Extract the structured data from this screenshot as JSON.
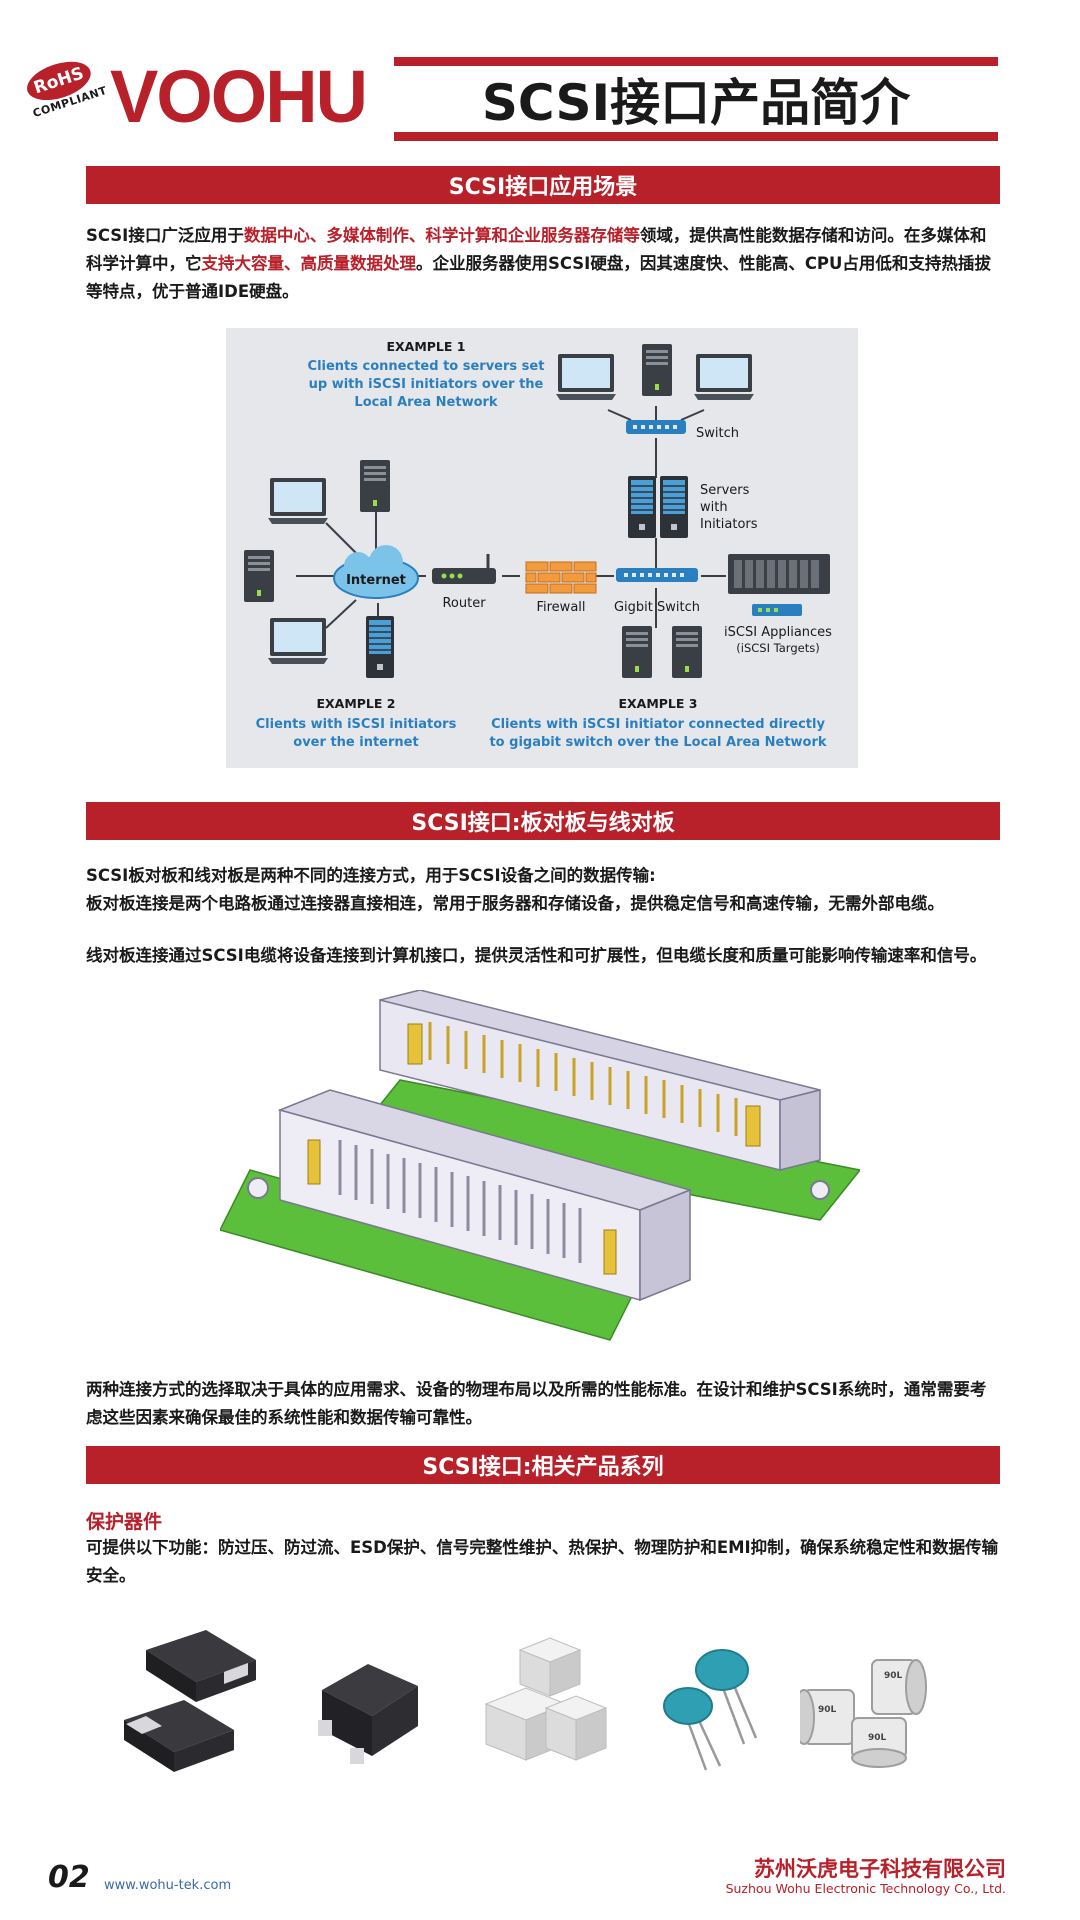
{
  "header": {
    "rohs_top": "RoHS",
    "rohs_bottom": "COMPLIANT",
    "brand": "VOOHU",
    "title": "SCSI接口产品简介"
  },
  "sec1": {
    "title": "SCSI接口应用场景",
    "para": [
      {
        "t": "SCSI接口广泛应用于",
        "h": false
      },
      {
        "t": "数据中心、多媒体制作、科学计算和企业服务器存储等",
        "h": true
      },
      {
        "t": "领域，提供高性能数据存储和访问。在多媒体和科学计算中，它",
        "h": false
      },
      {
        "t": "支持大容量、高质量数据处理",
        "h": true
      },
      {
        "t": "。企业服务器使用SCSI硬盘，因其速度快、性能高、CPU占用低和支持热插拔等特点，优于普通IDE硬盘。",
        "h": false
      }
    ]
  },
  "diagram": {
    "ex1_title": "EXAMPLE 1",
    "ex1_l1": "Clients connected to servers set",
    "ex1_l2": "up with iSCSI initiators over the",
    "ex1_l3": "Local Area Network",
    "switch": "Switch",
    "servers_l1": "Servers",
    "servers_l2": "with",
    "servers_l3": "Initiators",
    "internet": "Internet",
    "router": "Router",
    "firewall": "Firewall",
    "gigabit": "Gigbit Switch",
    "appl_l1": "iSCSI Appliances",
    "appl_l2": "(iSCSI Targets)",
    "ex2_title": "EXAMPLE 2",
    "ex2_l1": "Clients with iSCSI  initiators",
    "ex2_l2": "over the internet",
    "ex3_title": "EXAMPLE 3",
    "ex3_l1": "Clients with iSCSI initiator connected directly",
    "ex3_l2": "to gigabit switch over the Local Area Network"
  },
  "sec2": {
    "title": "SCSI接口:板对板与线对板",
    "p1": "SCSI板对板和线对板是两种不同的连接方式，用于SCSI设备之间的数据传输:",
    "p2": "板对板连接是两个电路板通过连接器直接相连，常用于服务器和存储设备，提供稳定信号和高速传输，无需外部电缆。",
    "p3": "线对板连接通过SCSI电缆将设备连接到计算机接口，提供灵活性和可扩展性，但电缆长度和质量可能影响传输速率和信号。",
    "p4": "两种连接方式的选择取决于具体的应用需求、设备的物理布局以及所需的性能标准。在设计和维护SCSI系统时，通常需要考虑这些因素来确保最佳的系统性能和数据传输可靠性。"
  },
  "sec3": {
    "title": "SCSI接口:相关产品系列",
    "sub": "保护器件",
    "para": "可提供以下功能：防过压、防过流、ESD保护、信号完整性维护、热保护、物理防护和EMI抑制，确保系统稳定性和数据传输安全。",
    "tube_mark": "90L"
  },
  "footer": {
    "page": "02",
    "site": "www.wohu-tek.com",
    "company_cn": "苏州沃虎电子科技有限公司",
    "company_en": "Suzhou Wohu Electronic Technology Co., Ltd."
  },
  "colors": {
    "brand_red": "#b8202a",
    "diagram_blue": "#2a7fc0",
    "pcb_green": "#5bbf3c"
  }
}
